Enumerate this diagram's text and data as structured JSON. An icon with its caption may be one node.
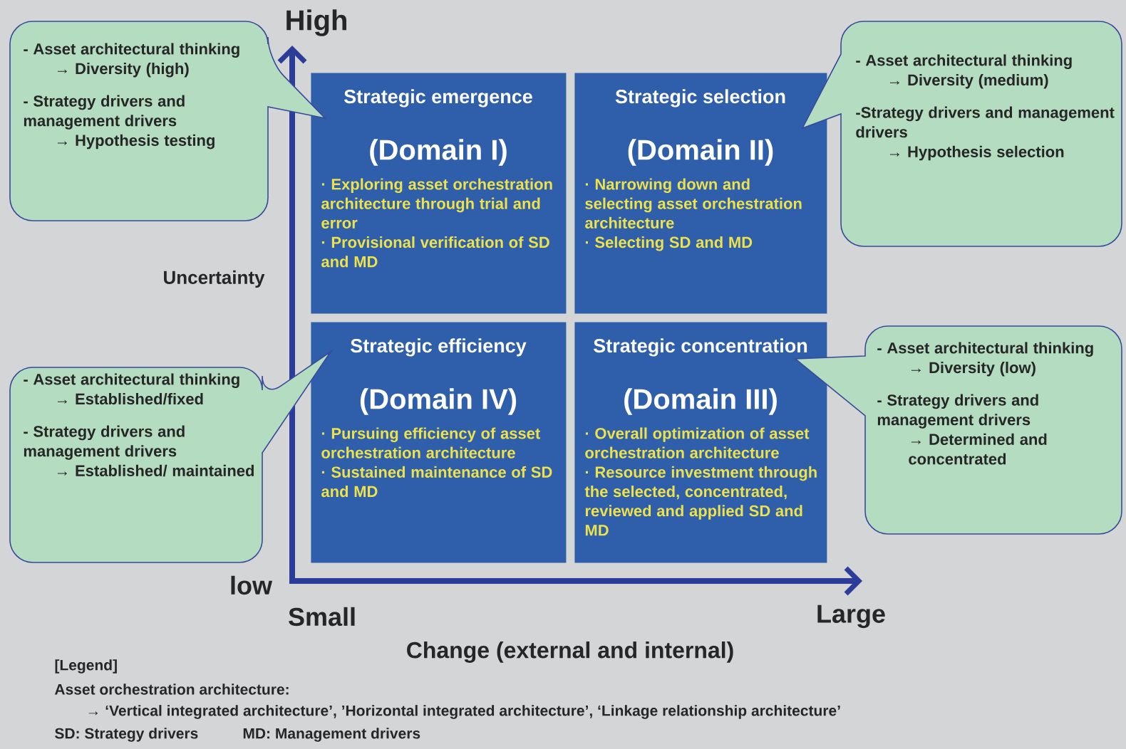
{
  "diagram": {
    "nodes": [
      {
        "text": [
          "Strategic emergence",
          "(Domain I)",
          "· Exploring asset orchestration architecture through trial and error",
          "· Provisional verification of SD and MD"
        ]
      },
      {
        "text": [
          "Strategic selection",
          "(Domain II)",
          "· Narrowing down and selecting asset orchestration architecture",
          "· Selecting SD and MD"
        ]
      },
      {
        "text": [
          "Strategic efficiency",
          "(Domain IV)",
          "· Pursuing efficiency of asset orchestration architecture",
          "· Sustained maintenance of SD and MD"
        ]
      },
      {
        "text": [
          "Strategic concentration",
          "(Domain III)",
          "· Overall optimization of asset orchestration architecture",
          "· Resource investment through the selected, concentrated, reviewed and applied SD and MD"
        ]
      },
      {
        "text": [
          "- Asset architectural thinking",
          "→ Diversity (high)",
          "- Strategy drivers and management drivers",
          "→ Hypothesis testing"
        ]
      },
      {
        "text": [
          "- Asset architectural thinking",
          "→ Diversity (medium)",
          "-Strategy drivers and management drivers",
          "→ Hypothesis selection"
        ]
      },
      {
        "text": [
          "- Asset architectural thinking",
          "→  Established/fixed",
          "- Strategy drivers and management drivers",
          "→  Established/ maintained"
        ]
      },
      {
        "text": [
          "- Asset architectural thinking",
          "→ Diversity (low)",
          "- Strategy drivers and management drivers",
          "→ Determined and concentrated"
        ]
      }
    ],
    "labels": [
      "High",
      "Uncertainty",
      "low",
      "Small",
      "Large",
      "Change (external and internal)",
      "[Legend]",
      "Asset orchestration architecture:",
      "→ ‘Vertical integrated architecture’, ’Horizontal integrated architecture’, ‘Linkage relationship architecture’",
      "SD: Strategy drivers",
      "MD: Management drivers"
    ]
  }
}
